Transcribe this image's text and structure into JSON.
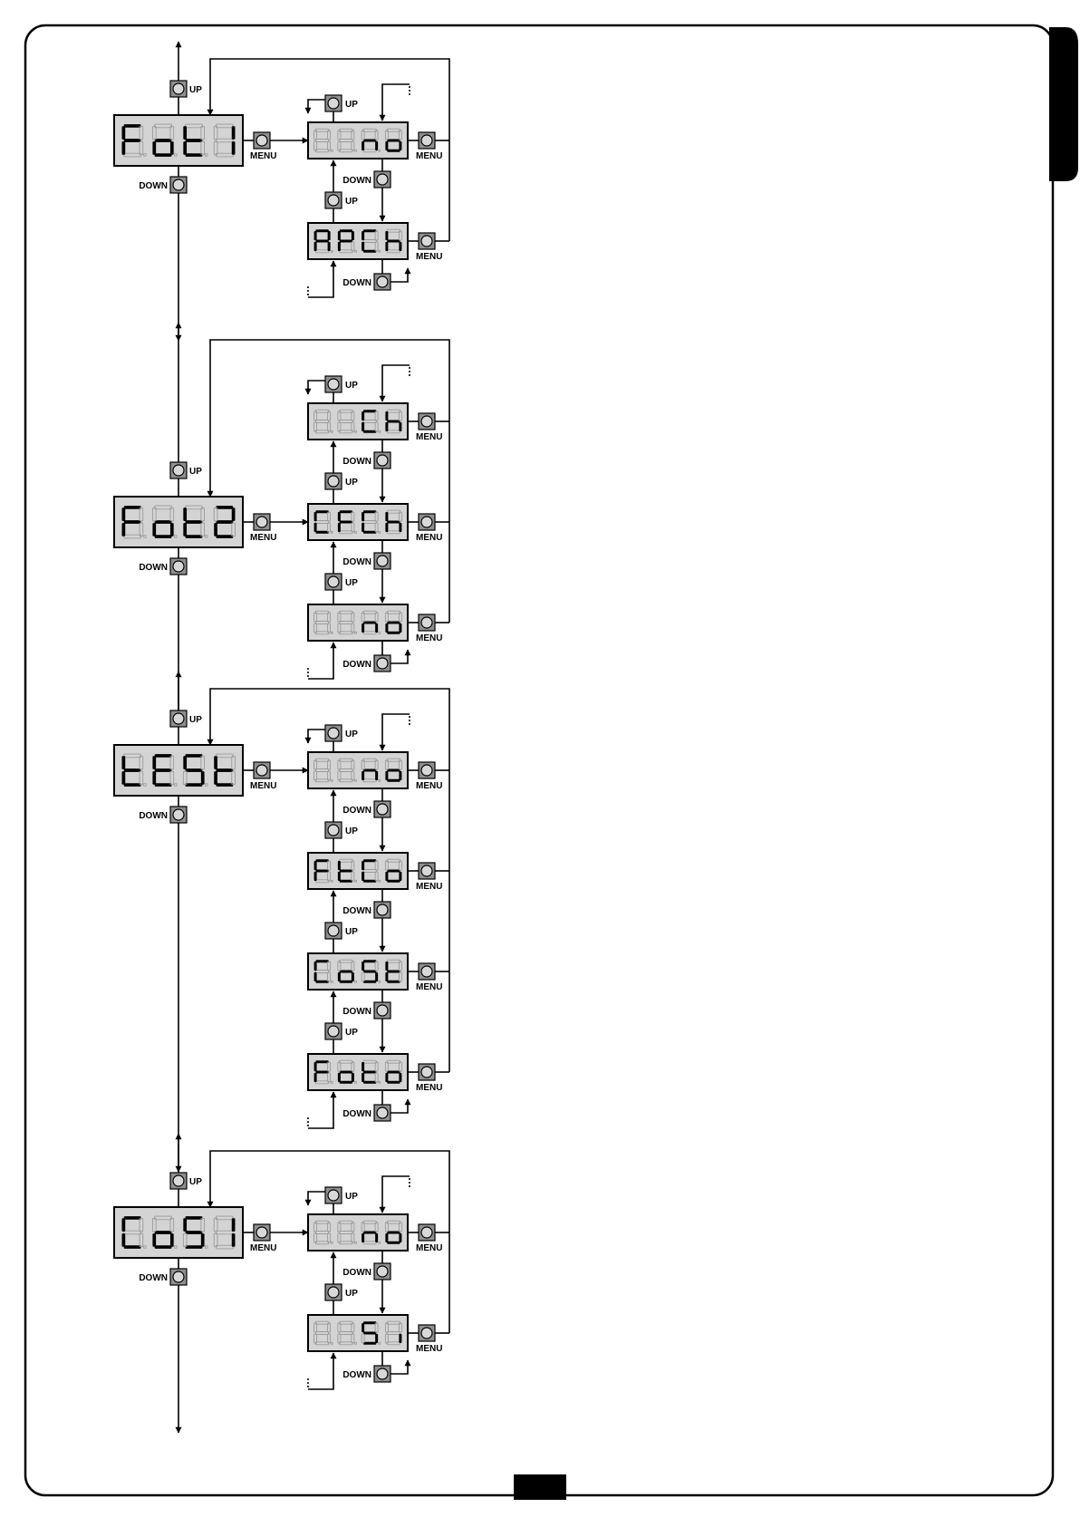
{
  "labels": {
    "up": "UP",
    "down": "DOWN",
    "menu": "MENU"
  },
  "sections": [
    {
      "name": "fot1",
      "main_display": "FoT1",
      "options": [
        {
          "display": "no",
          "dim_positions": [
            0,
            1
          ]
        },
        {
          "display": "APCh",
          "dim_positions": []
        }
      ]
    },
    {
      "name": "fot2",
      "main_display": "FoT2",
      "options": [
        {
          "display": "Ch",
          "dim_positions": [
            0,
            1
          ]
        },
        {
          "display": "CFCh",
          "dim_positions": []
        },
        {
          "display": "no",
          "dim_positions": [
            0,
            1
          ]
        }
      ]
    },
    {
      "name": "test",
      "main_display": "tESt",
      "options": [
        {
          "display": "no",
          "dim_positions": [
            0,
            1
          ]
        },
        {
          "display": "FtCo",
          "dim_positions": []
        },
        {
          "display": "CoSt",
          "dim_positions": []
        },
        {
          "display": "Foto",
          "dim_positions": []
        }
      ]
    },
    {
      "name": "cos1",
      "main_display": "CoS1",
      "options": [
        {
          "display": "no",
          "dim_positions": [
            0,
            1
          ]
        },
        {
          "display": "Si",
          "dim_positions": [
            0,
            1
          ]
        }
      ]
    }
  ],
  "colors": {
    "display_bg": "#d4d4d4",
    "segment_on": "#000000",
    "segment_off": "#9a9a9a",
    "button_fill": "#8f8f8f",
    "tab_black": "#000000"
  }
}
